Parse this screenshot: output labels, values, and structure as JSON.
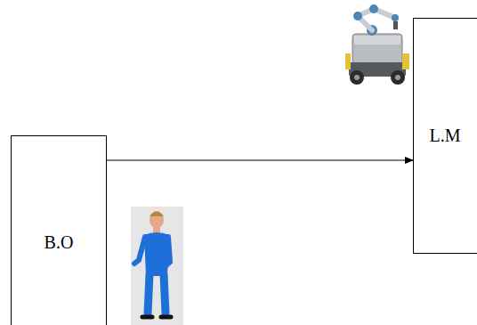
{
  "diagram": {
    "nodes": [
      {
        "text": [
          "B.O"
        ]
      },
      {
        "text": [
          "L.M"
        ]
      }
    ],
    "edges": [
      {
        "from": 0,
        "to": 1,
        "arrow": "to"
      }
    ]
  }
}
